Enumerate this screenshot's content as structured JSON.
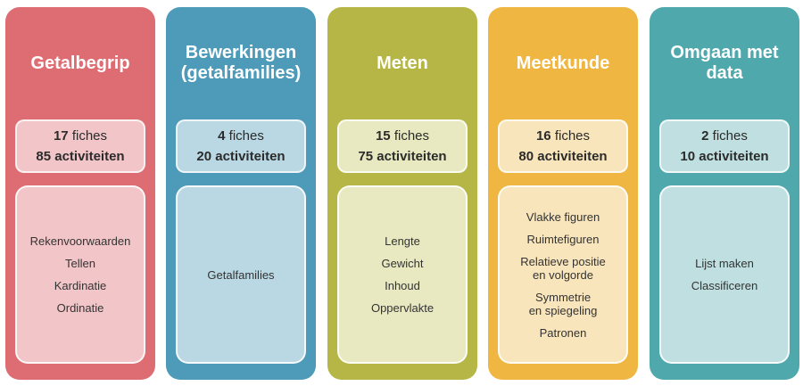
{
  "columns": [
    {
      "title": "Getalbegrip",
      "fiches_num": "17",
      "fiches_label": "fiches",
      "act_num": "85",
      "act_label": "activiteiten",
      "color": "#de6d73",
      "panel": "#f2c6c9",
      "topics": [
        "Rekenvoorwaarden",
        "Tellen",
        "Kardinatie",
        "Ordinatie"
      ]
    },
    {
      "title": "Bewerkingen\n(getalfamilies)",
      "fiches_num": "4",
      "fiches_label": "fiches",
      "act_num": "20",
      "act_label": "activiteiten",
      "color": "#4d9ab9",
      "panel": "#b9d8e3",
      "topics": [
        "Getalfamilies"
      ]
    },
    {
      "title": "Meten",
      "fiches_num": "15",
      "fiches_label": "fiches",
      "act_num": "75",
      "act_label": "activiteiten",
      "color": "#b6b646",
      "panel": "#e8e9c1",
      "topics": [
        "Lengte",
        "Gewicht",
        "Inhoud",
        "Oppervlakte"
      ]
    },
    {
      "title": "Meetkunde",
      "fiches_num": "16",
      "fiches_label": "fiches",
      "act_num": "80",
      "act_label": "activiteiten",
      "color": "#efb641",
      "panel": "#f8e5bb",
      "topics": [
        "Vlakke figuren",
        "Ruimtefiguren",
        "Relatieve positie\nen volgorde",
        "Symmetrie\nen spiegeling",
        "Patronen"
      ]
    },
    {
      "title": "Omgaan met\ndata",
      "fiches_num": "2",
      "fiches_label": "fiches",
      "act_num": "10",
      "act_label": "activiteiten",
      "color": "#4fa9ac",
      "panel": "#bfdfe0",
      "topics": [
        "Lijst maken",
        "Classificeren"
      ]
    }
  ]
}
